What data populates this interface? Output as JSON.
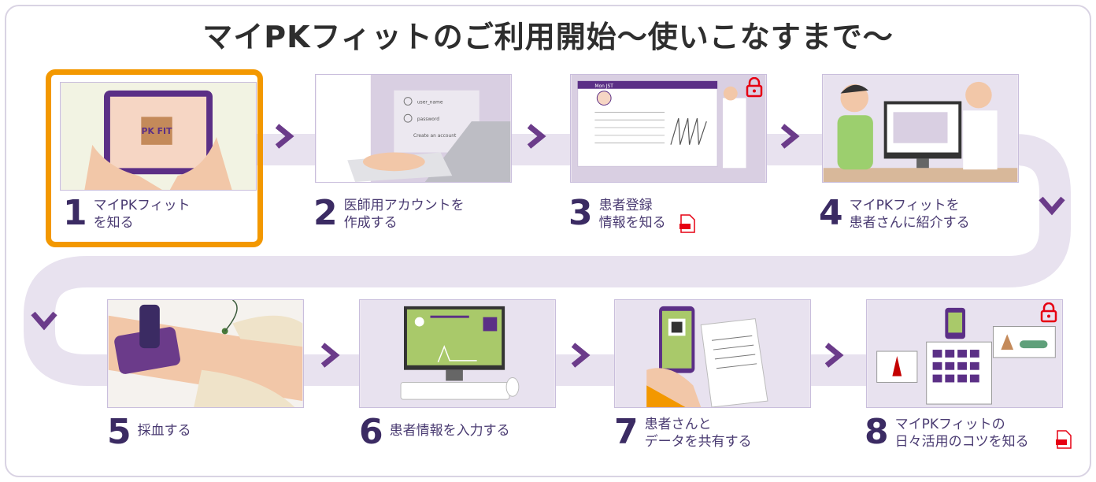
{
  "title": "マイPKフィットのご利用開始〜使いこなすまで〜",
  "colors": {
    "accent": "#f39800",
    "primary": "#5b2f86",
    "track": "#e8e2ef",
    "text": "#4a3b72"
  },
  "steps": [
    {
      "num": "1",
      "line1": "マイPKフィット",
      "line2": "を知る",
      "highlighted": true
    },
    {
      "num": "2",
      "line1": "医師用アカウントを",
      "line2": "作成する"
    },
    {
      "num": "3",
      "line1": "患者登録",
      "line2": "情報を知る",
      "pdf": true,
      "lock": true
    },
    {
      "num": "4",
      "line1": "マイPKフィットを",
      "line2": "患者さんに紹介する"
    },
    {
      "num": "5",
      "line1": "採血する",
      "line2": ""
    },
    {
      "num": "6",
      "line1": "患者情報を入力する",
      "line2": ""
    },
    {
      "num": "7",
      "line1": "患者さんと",
      "line2": "データを共有する"
    },
    {
      "num": "8",
      "line1": "マイPKフィットの",
      "line2": "日々活用のコツを知る",
      "pdf": true,
      "lock": true
    }
  ],
  "step2_screen": {
    "field1": "user_name",
    "field2": "password",
    "button": "Create an account"
  },
  "step3_screen": {
    "header": "Mon JST"
  },
  "step1_logo": "PK FIT",
  "icons": {
    "next": "chevron-right-icon",
    "down": "chevron-down-icon",
    "pdf": "pdf-icon",
    "lock": "lock-icon"
  }
}
